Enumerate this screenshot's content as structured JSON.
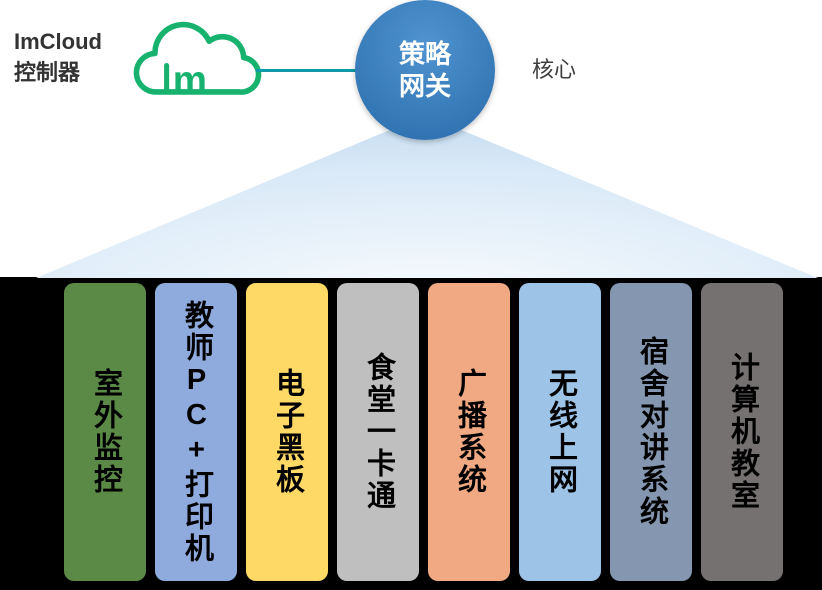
{
  "header": {
    "controller": {
      "title": "ImCloud",
      "subtitle": "控制器"
    },
    "gateway": {
      "line1": "策略",
      "line2": "网关"
    },
    "core_label": "核心"
  },
  "colors": {
    "page_bg": "#ffffff",
    "panel_bg": "#000000",
    "cloud": "#16b26e",
    "connector": "#0e9aa7",
    "gateway_light": "#4f93d0",
    "gateway_fill": "#2a6cab",
    "triangle_inner": "#f6fafd",
    "triangle_mid": "#d9e9f7",
    "triangle_edge": "#a7cbe9",
    "pillar_text": "#000000"
  },
  "pillars": [
    {
      "label": "室外监控",
      "color": "#5a8a45"
    },
    {
      "label": "教师PC+打印机",
      "color": "#8faadc"
    },
    {
      "label": "电子黑板",
      "color": "#ffd966"
    },
    {
      "label": "食堂一卡通",
      "color": "#bfbfbf"
    },
    {
      "label": "广播系统",
      "color": "#f1a983"
    },
    {
      "label": "无线上网",
      "color": "#9dc3e6"
    },
    {
      "label": "宿舍对讲系统",
      "color": "#8496b0"
    },
    {
      "label": "计算机教室",
      "color": "#767171"
    }
  ]
}
